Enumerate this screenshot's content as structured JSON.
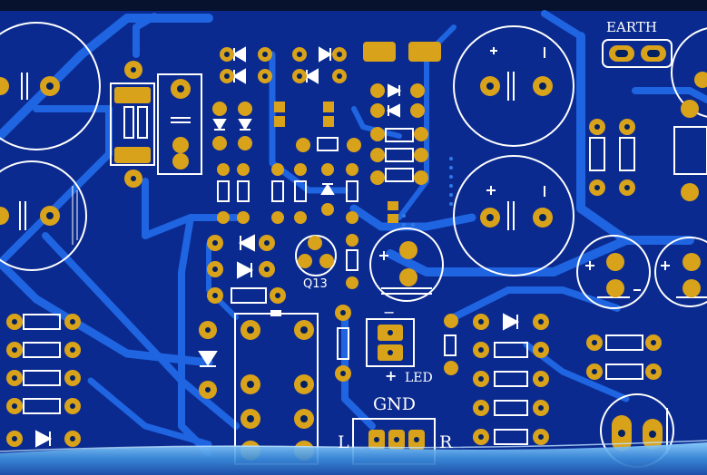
{
  "labels": {
    "earth": "EARTH",
    "gnd": "GND",
    "left": "L",
    "right": "R",
    "led": "LED",
    "q13": "Q13",
    "plus": "+",
    "minus": "−"
  },
  "colors": {
    "board": "#0a2a8f",
    "board_dark": "#021a5e",
    "trace": "#1f64e0",
    "pad": "#d9a21b",
    "silk": "#ffffff",
    "hole": "#04215f",
    "bottom_glow": "#5fb2ee"
  }
}
